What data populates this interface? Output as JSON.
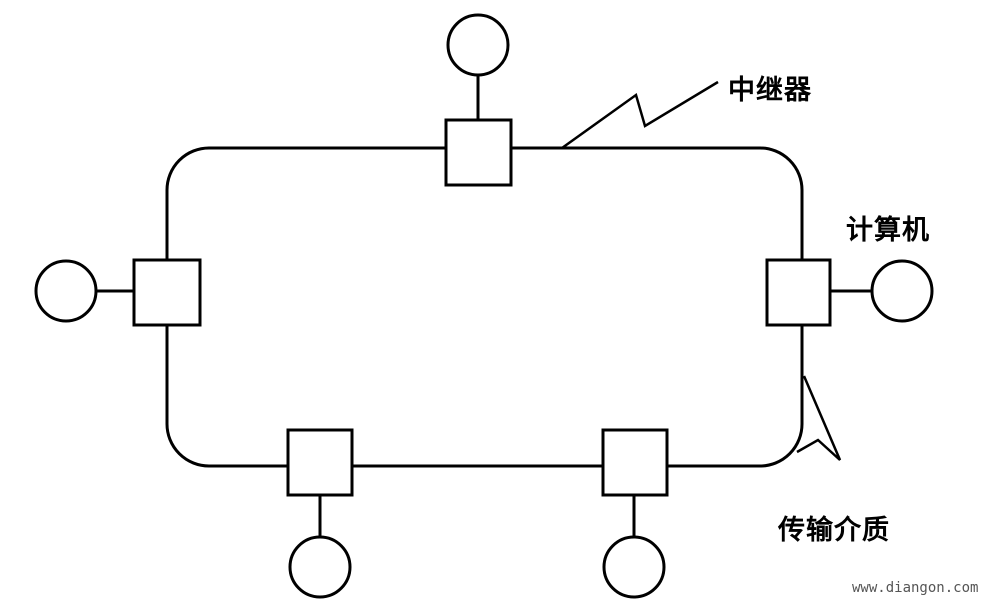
{
  "labels": {
    "repeater": "中继器",
    "computer": "计算机",
    "medium": "传输介质"
  },
  "watermark": "www.diangon.com"
}
